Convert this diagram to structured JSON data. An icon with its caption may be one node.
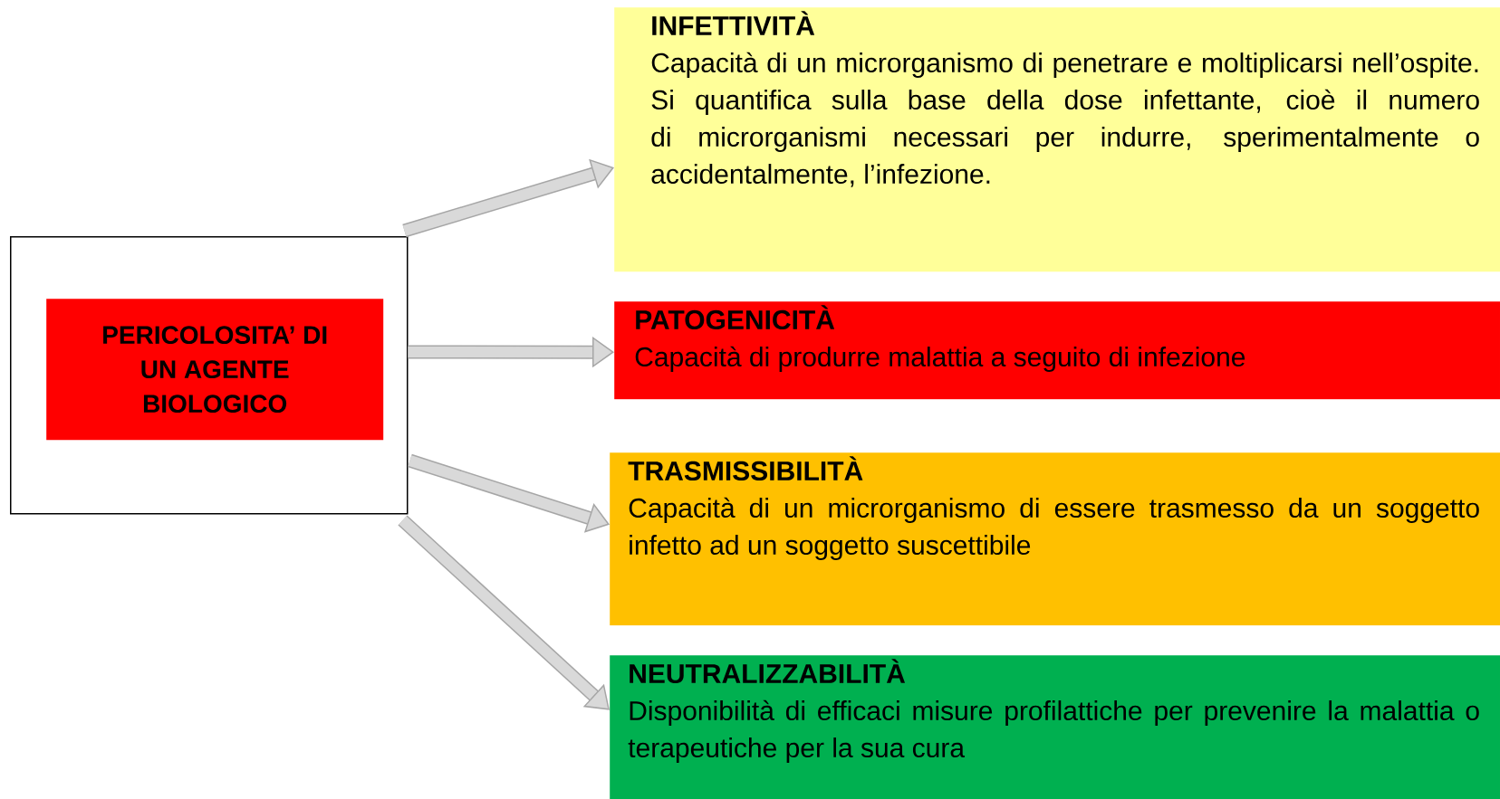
{
  "diagram": {
    "nodes": [
      {
        "text": [],
        "shape": "box"
      },
      {
        "text": [
          "PERICOLOSITA’ DI UN AGENTE BIOLOGICO"
        ],
        "in": 0
      },
      {
        "text": [
          "INFETTIVITÀ",
          "Capacità di un microrganismo di penetrare e moltiplicarsi nell’ospite. Si quantifica sulla base della dose infettante, cioè il numero di microrganismi necessari per indurre, sperimentalmente o accidentalmente, l’infezione."
        ]
      },
      {
        "text": [
          "PATOGENICITÀ",
          "Capacità di produrre malattia a seguito di infezione"
        ]
      },
      {
        "text": [
          "TRASMISSIBILITÀ",
          "Capacità di un microrganismo di essere trasmesso da un soggetto infetto ad un soggetto suscettibile"
        ]
      },
      {
        "text": [
          "NEUTRALIZZABILITÀ",
          "Disponibilità di efficaci misure profilattiche per prevenire la malattia o terapeutiche per la sua cura"
        ]
      }
    ],
    "edges": [
      {
        "from": 0,
        "to": 2,
        "arrow": "to"
      },
      {
        "from": 0,
        "to": 3,
        "arrow": "to"
      },
      {
        "from": 0,
        "to": 4,
        "arrow": "to"
      },
      {
        "from": 0,
        "to": 5,
        "arrow": "to"
      }
    ]
  }
}
